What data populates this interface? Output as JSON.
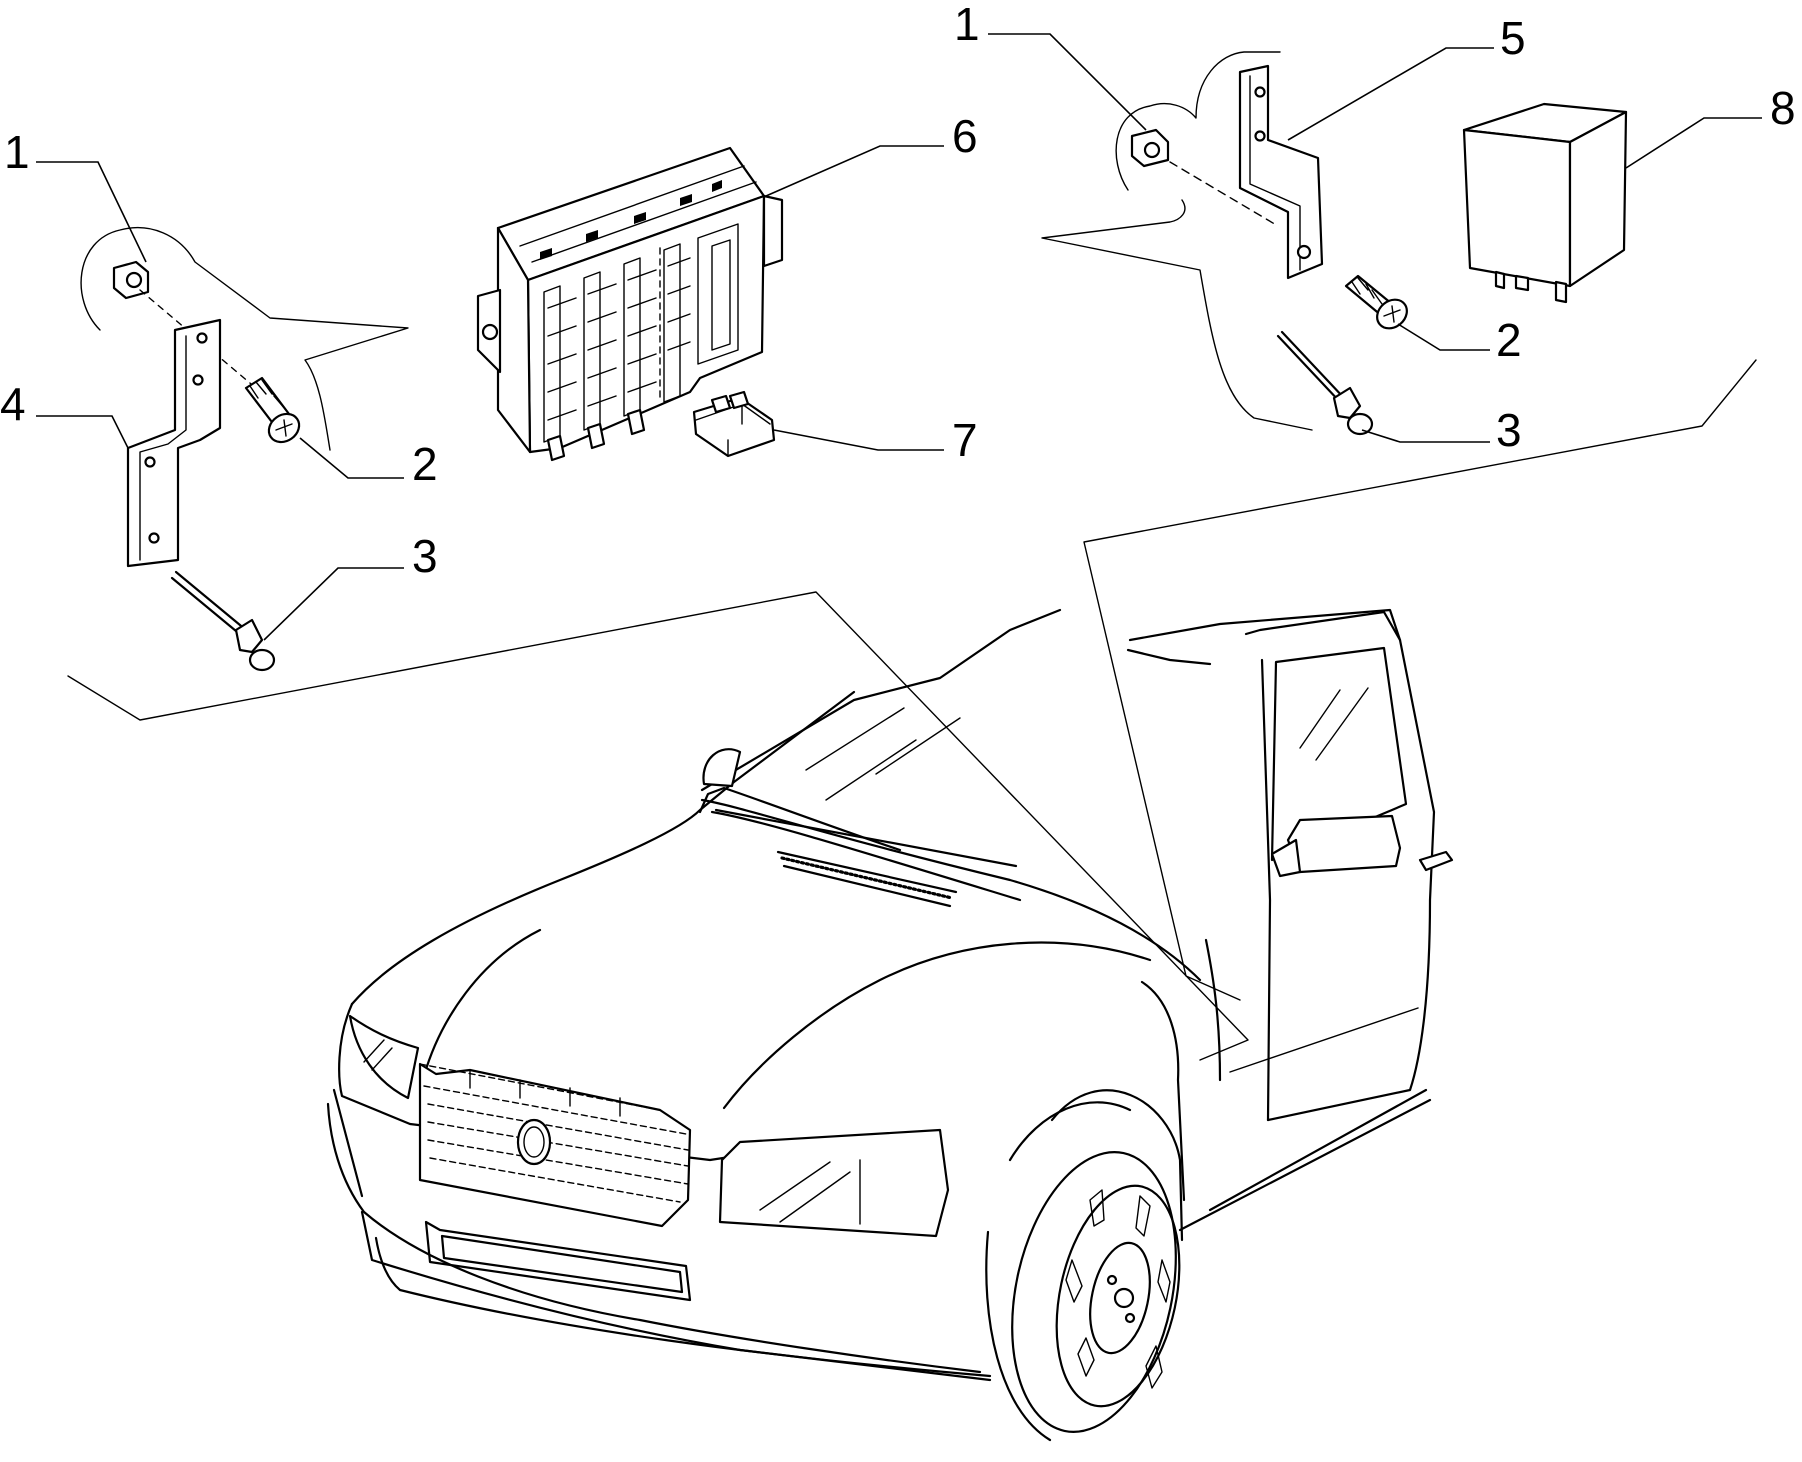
{
  "callouts": {
    "left_1": "1",
    "left_2": "2",
    "left_3": "3",
    "left_4": "4",
    "center_6": "6",
    "center_7": "7",
    "right_1": "1",
    "right_5": "5",
    "right_8": "8",
    "right_2": "2",
    "right_3": "3"
  },
  "colors": {
    "line": "#000000",
    "background": "#ffffff"
  }
}
